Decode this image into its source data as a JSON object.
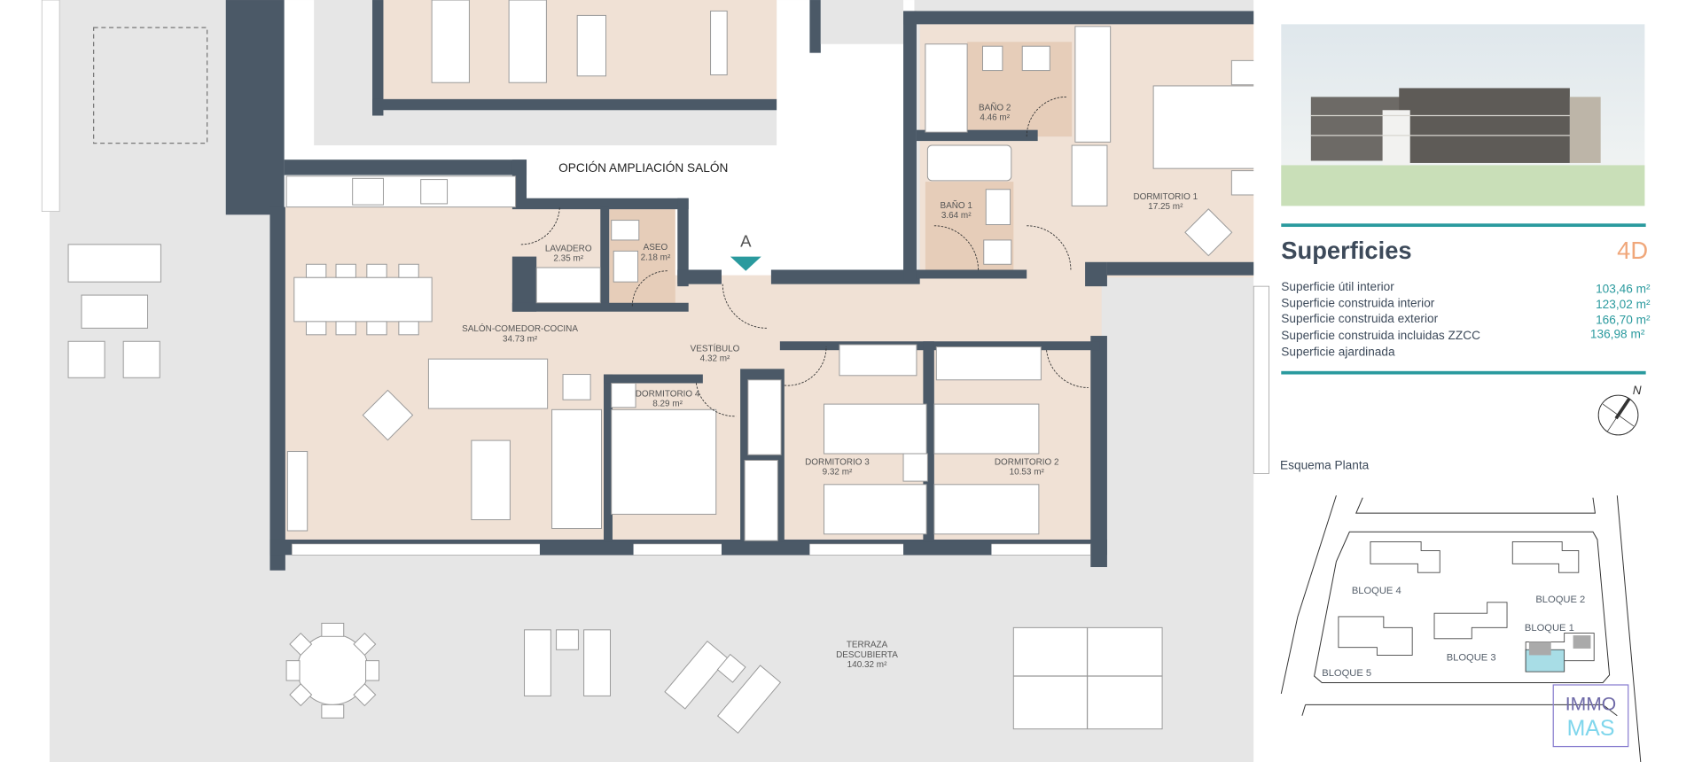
{
  "plan": {
    "option_label": "OPCIÓN AMPLIACIÓN SALÓN",
    "section_marker": "A",
    "rooms": [
      {
        "name": "SALÓN-COMEDOR-COCINA",
        "area": "34.73 m²"
      },
      {
        "name": "LAVADERO",
        "area": "2.35 m²"
      },
      {
        "name": "ASEO",
        "area": "2.18 m²"
      },
      {
        "name": "VESTÍBULO",
        "area": "4.32 m²"
      },
      {
        "name": "DORMITORIO 4",
        "area": "8.29 m²"
      },
      {
        "name": "BAÑO 2",
        "area": "4.46 m²"
      },
      {
        "name": "BAÑO 1",
        "area": "3.64 m²"
      },
      {
        "name": "DORMITORIO 1",
        "area": "17.25 m²"
      },
      {
        "name": "DORMITORIO 3",
        "area": "9.32 m²"
      },
      {
        "name": "DORMITORIO 2",
        "area": "10.53 m²"
      }
    ],
    "terrace": {
      "line1": "TERRAZA",
      "line2": "DESCUBIERTA",
      "area": "140.32 m²"
    }
  },
  "panel": {
    "title": "Superficies",
    "unit_code": "4D",
    "surfaces": [
      {
        "label": "Superficie útil interior",
        "value": "103,46 m²"
      },
      {
        "label": "Superficie construida interior",
        "value": "123,02 m²"
      },
      {
        "label": "Superficie construida exterior",
        "value": "166,70 m²"
      },
      {
        "label": "Superficie construida incluidas ZZCC",
        "value": "136,98 m²"
      },
      {
        "label": "Superficie ajardinada",
        "value": ""
      }
    ],
    "compass_label": "N",
    "scheme_title": "Esquema Planta",
    "blocks": [
      "BLOQUE 4",
      "BLOQUE 2",
      "BLOQUE 1",
      "BLOQUE 3",
      "BLOQUE 5"
    ],
    "logo": {
      "line1": "IMMO",
      "line2": "MAS"
    }
  },
  "colors": {
    "wall": "#4b5967",
    "floor": "#f0e1d5",
    "accent": "#2a9a9e",
    "unit_code": "#f0a77a",
    "highlight_block": "#a8dde6"
  }
}
